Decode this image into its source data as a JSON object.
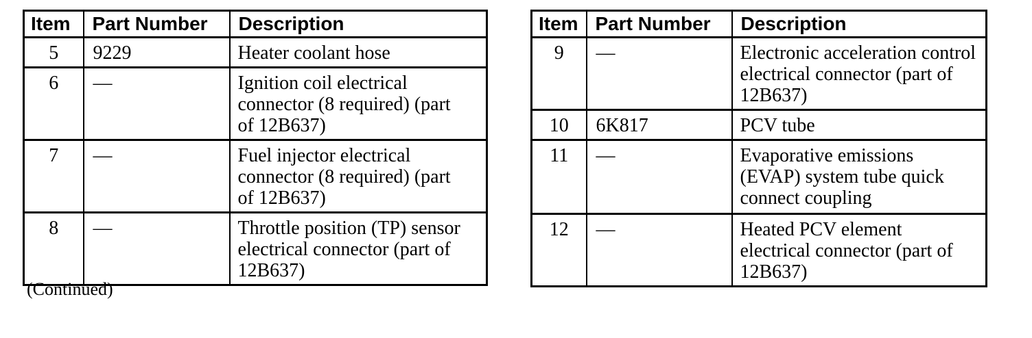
{
  "colors": {
    "background": "#ffffff",
    "border": "#000000",
    "text": "#000000"
  },
  "footer": {
    "continued": "(Continued)"
  },
  "tables": [
    {
      "headers": {
        "item": "Item",
        "part_number": "Part Number",
        "description": "Description"
      },
      "rows": [
        {
          "item": "5",
          "part_number": "9229",
          "description": [
            "Heater coolant hose"
          ]
        },
        {
          "item": "6",
          "part_number": "—",
          "description": [
            "Ignition coil electrical",
            "connector (8 required) (part",
            "of 12B637)"
          ]
        },
        {
          "item": "7",
          "part_number": "—",
          "description": [
            "Fuel injector electrical",
            "connector (8 required) (part",
            "of 12B637)"
          ]
        },
        {
          "item": "8",
          "part_number": "—",
          "description": [
            "Throttle position (TP) sensor",
            "electrical connector (part of",
            "12B637)"
          ]
        }
      ]
    },
    {
      "headers": {
        "item": "Item",
        "part_number": "Part Number",
        "description": "Description"
      },
      "rows": [
        {
          "item": "9",
          "part_number": "—",
          "description": [
            "Electronic acceleration control",
            "electrical connector (part of",
            "12B637)"
          ]
        },
        {
          "item": "10",
          "part_number": "6K817",
          "description": [
            "PCV tube"
          ]
        },
        {
          "item": "11",
          "part_number": "—",
          "description": [
            "Evaporative emissions",
            "(EVAP) system tube quick",
            "connect coupling"
          ]
        },
        {
          "item": "12",
          "part_number": "—",
          "description": [
            "Heated PCV element",
            "electrical connector (part of",
            "12B637)"
          ]
        }
      ]
    }
  ]
}
